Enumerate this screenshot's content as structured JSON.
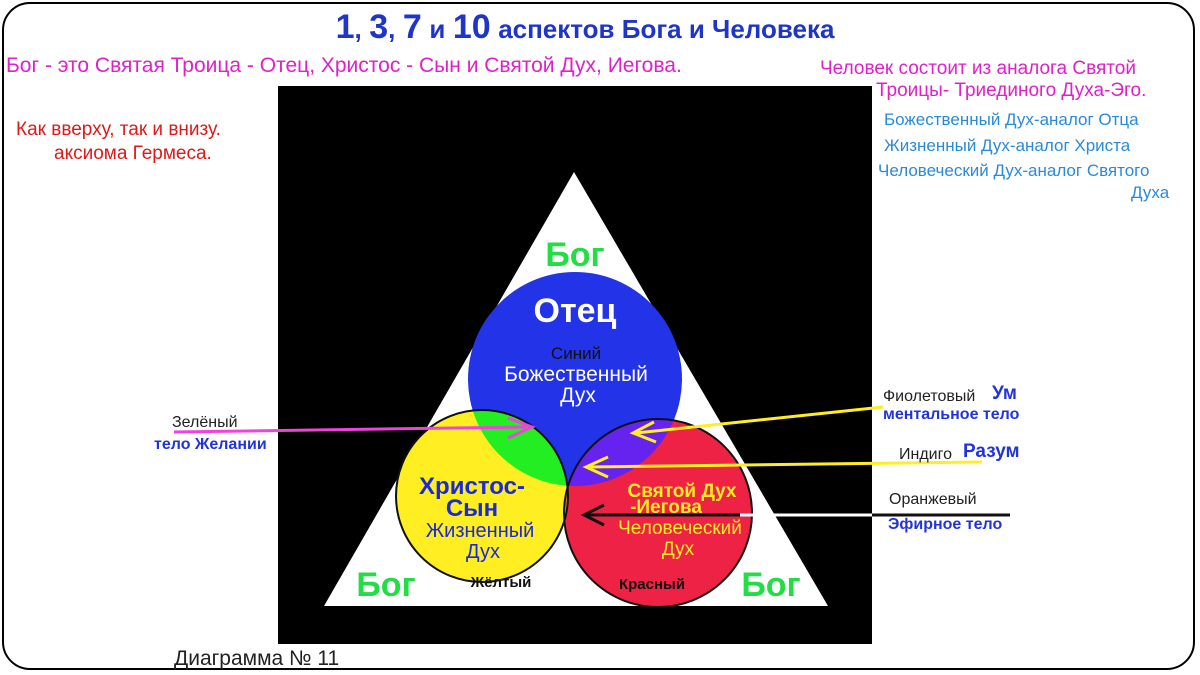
{
  "title": {
    "n1": "1",
    "sep1": ",",
    "n3": "3",
    "sep2": ",",
    "n7": "7",
    "and": "и",
    "n10": "10",
    "rest": "аспектов Бога и Человека"
  },
  "god_definition": "Бог - это Святая Троица - Отец, Христос - Сын и Святой Дух, Иегова.",
  "man_definition": {
    "line1": "Человек состоит из аналога Святой",
    "line2": "Троицы- Триединого Духа-Эго."
  },
  "hermes_axiom": {
    "line1": "Как вверху, так и внизу.",
    "line2": "аксиома Гермеса."
  },
  "analogs": [
    "Божественный Дух-аналог Отца",
    "Жизненный Дух-аналог Христа",
    "Человеческий Дух-аналог Святого",
    "Духа"
  ],
  "triangle": {
    "corner_top": "Бог",
    "corner_left": "Бог",
    "corner_right": "Бог"
  },
  "circles": {
    "top": {
      "name": "Отец",
      "color_label": "Синий",
      "spirit_line1": "Божественный",
      "spirit_line2": "Дух",
      "fill": "#2233e8"
    },
    "left": {
      "name_line1": "Христос-",
      "name_line2": "Сын",
      "spirit_line1": "Жизненный",
      "spirit_line2": "Дух",
      "color_label": "Жёлтый",
      "fill": "#ffee22"
    },
    "right": {
      "name_line1": "Святой Дух",
      "name_line2": "-Иегова",
      "spirit_line1": "Человеческий",
      "spirit_line2": "Дух",
      "color_label": "Красный",
      "fill": "#ee2244"
    }
  },
  "overlaps": {
    "green": "#22ee22",
    "violet": "#6622ee",
    "orange": "#ff7a22",
    "center": "#333333"
  },
  "side_labels": {
    "green": {
      "color": "Зелёный",
      "body": "тело Желании"
    },
    "violet": {
      "color": "Фиолетовый",
      "faculty": "Ум",
      "body": "ментальное тело"
    },
    "indigo": {
      "color": "Индиго",
      "faculty": "Разум"
    },
    "orange": {
      "color": "Оранжевый",
      "body": "Эфирное тело"
    }
  },
  "caption": "Диаграмма № 11"
}
